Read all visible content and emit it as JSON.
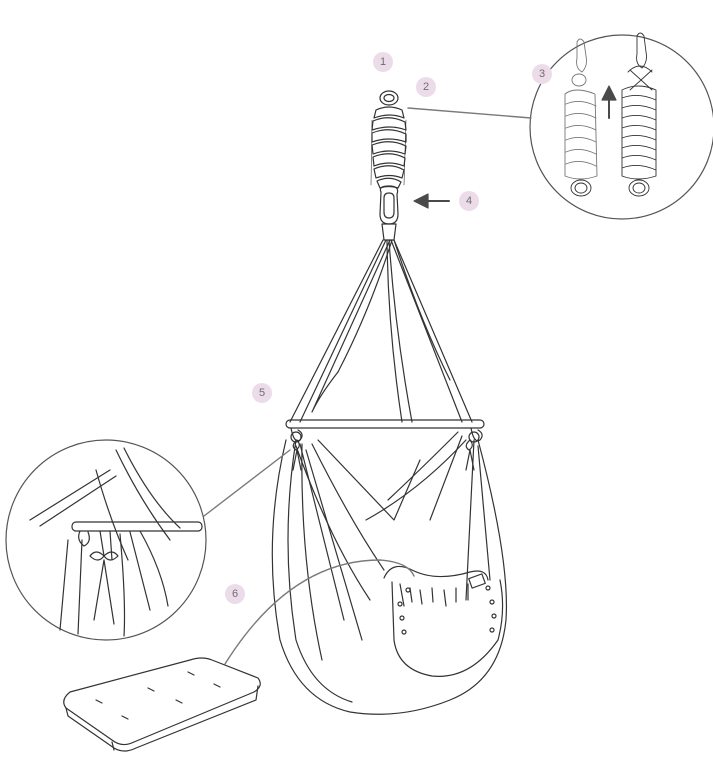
{
  "callouts": [
    "1",
    "2",
    "3",
    "4",
    "5",
    "6"
  ],
  "colors": {
    "line": "#333333",
    "badge": "#ecdcea",
    "badge_text": "#6e6e6e",
    "arrow": "#4a4a4a",
    "callout_line": "#7a7a7a"
  }
}
